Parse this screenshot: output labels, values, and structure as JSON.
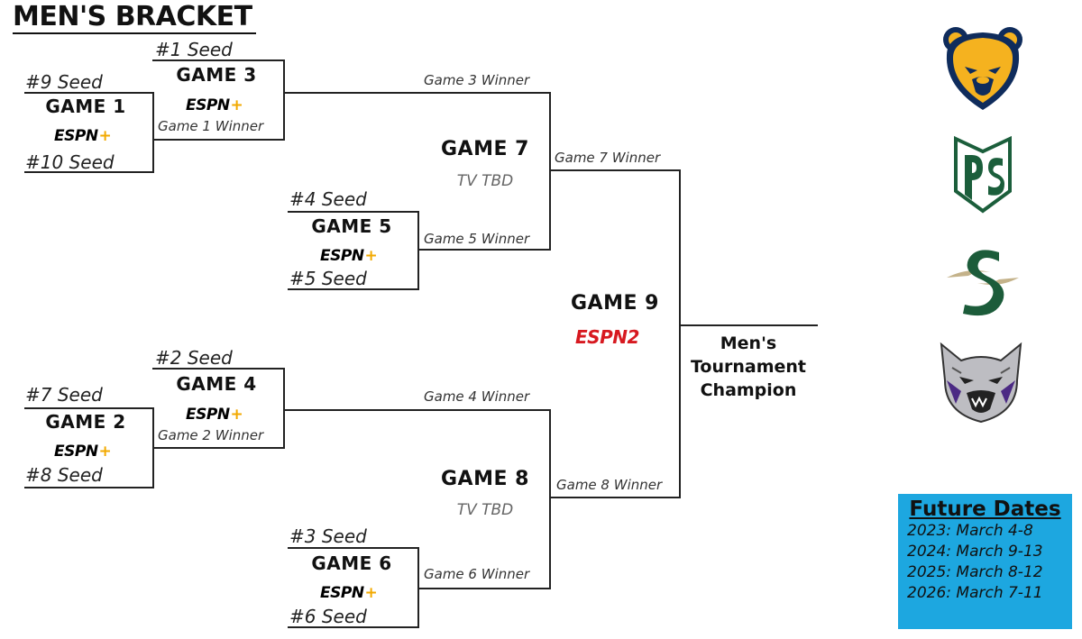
{
  "title": "MEN'S BRACKET",
  "games": {
    "g1": {
      "name": "GAME 1",
      "network": "ESPN",
      "top": "#9 Seed",
      "bottom": "#10 Seed"
    },
    "g2": {
      "name": "GAME 2",
      "network": "ESPN",
      "top": "#7 Seed",
      "bottom": "#8 Seed"
    },
    "g3": {
      "name": "GAME 3",
      "network": "ESPN",
      "top": "#1 Seed",
      "bottom": "Game 1 Winner"
    },
    "g4": {
      "name": "GAME 4",
      "network": "ESPN",
      "top": "#2 Seed",
      "bottom": "Game 2 Winner"
    },
    "g5": {
      "name": "GAME 5",
      "network": "ESPN",
      "top": "#4 Seed",
      "bottom": "#5 Seed"
    },
    "g6": {
      "name": "GAME 6",
      "network": "ESPN",
      "top": "#3 Seed",
      "bottom": "#6 Seed"
    },
    "g7": {
      "name": "GAME 7",
      "tv": "TV TBD"
    },
    "g8": {
      "name": "GAME 8",
      "tv": "TV TBD"
    },
    "g9": {
      "name": "GAME 9",
      "network": "ESPN2"
    }
  },
  "winners": {
    "g3": "Game 3 Winner",
    "g5": "Game 5 Winner",
    "g4": "Game 4 Winner",
    "g6": "Game 6 Winner",
    "g7": "Game 7 Winner",
    "g8": "Game 8 Winner"
  },
  "espn_plus_sign": "+",
  "champion": {
    "line1": "Men's",
    "line2": "Tournament",
    "line3": "Champion"
  },
  "future_dates": {
    "title": "Future Dates",
    "items": [
      "2023: March 4-8",
      "2024: March 9-13",
      "2025: March 8-12",
      "2026: March 7-11"
    ]
  },
  "colors": {
    "espn_plus": "#f2a900",
    "espn2": "#d71920",
    "future_bg": "#1da7e0",
    "bear_gold": "#f5b21f",
    "bear_navy": "#0f2c5c",
    "ps_green": "#1b5e3b",
    "sac_green": "#1c5c3a",
    "wildcat_purple": "#4b2a84"
  },
  "logos": [
    "bear-logo",
    "ps-logo",
    "s-logo",
    "wildcat-logo"
  ]
}
